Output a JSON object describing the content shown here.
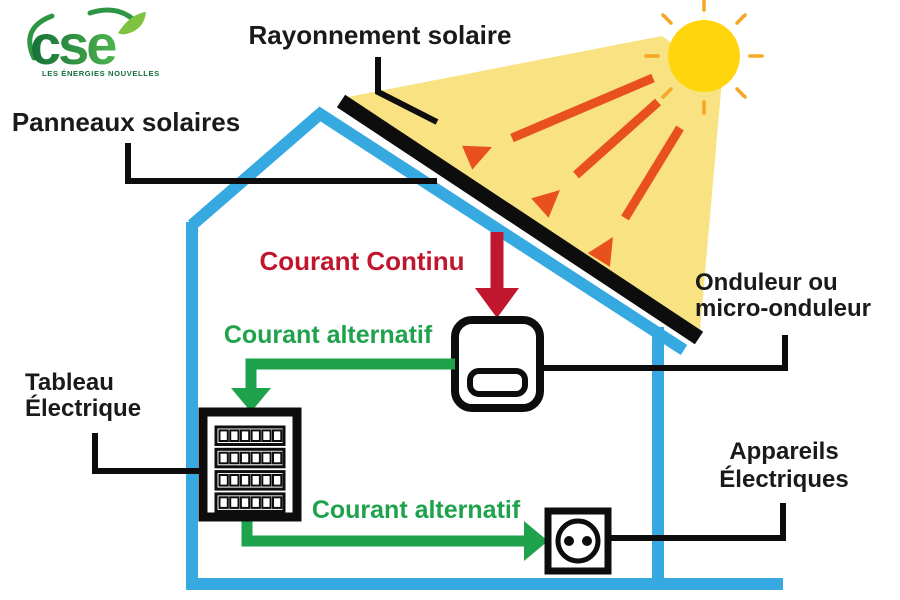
{
  "logo": {
    "brand": "cse",
    "tagline": "LES ÉNERGIES NOUVELLES"
  },
  "labels": {
    "rayonnement_solaire": "Rayonnement solaire",
    "panneaux_solaires": "Panneaux solaires",
    "courant_continu": "Courant Continu",
    "courant_alternatif_upper": "Courant alternatif",
    "courant_alternatif_lower": "Courant alternatif",
    "onduleur": {
      "line1": "Onduleur ou",
      "line2": "micro-onduleur"
    },
    "tableau": {
      "line1": "Tableau",
      "line2": "Électrique"
    },
    "appareils": {
      "line1": "Appareils",
      "line2": "Électriques"
    }
  },
  "colors": {
    "house_blue": "#36A9E1",
    "beam_yellow": "#F8E282",
    "sun_yellow": "#FFD60E",
    "ray_orange": "#F5A623",
    "arrow_orange": "#E8501E",
    "dc_red": "#C0172F",
    "ac_green": "#1EA24B",
    "line_black": "#0D0D0D",
    "label_black": "#1A1A1A",
    "logo_green_dark": "#156F38",
    "logo_green_mid": "#2E9644",
    "logo_green_light": "#4DB44E",
    "logo_leaf": "#7FC241"
  },
  "breaker_panel": {
    "rows": 4,
    "switches_per_row": 6
  }
}
